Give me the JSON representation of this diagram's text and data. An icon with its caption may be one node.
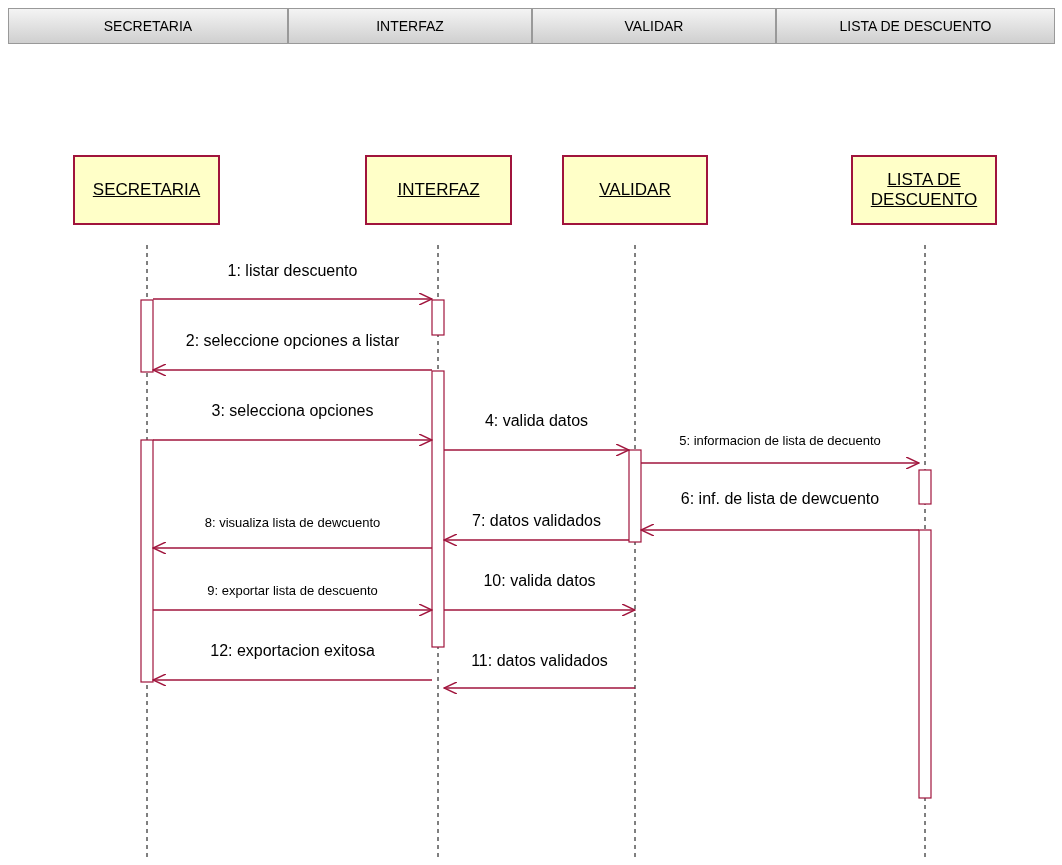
{
  "diagram": {
    "nodes": [
      {
        "text": [
          "SECRETARIA"
        ]
      },
      {
        "text": [
          "INTERFAZ"
        ]
      },
      {
        "text": [
          "VALIDAR"
        ]
      },
      {
        "text": [
          "LISTA DE DESCUENTO"
        ]
      }
    ],
    "edges": [
      {
        "from": 0,
        "to": 1,
        "arrow": "to",
        "label": "1: listar descuento"
      },
      {
        "from": 1,
        "to": 0,
        "arrow": "to",
        "label": "2: seleccione opciones a listar"
      },
      {
        "from": 0,
        "to": 1,
        "arrow": "to",
        "label": "3: selecciona opciones"
      },
      {
        "from": 1,
        "to": 2,
        "arrow": "to",
        "label": "4: valida datos"
      },
      {
        "from": 2,
        "to": 3,
        "arrow": "to",
        "label": "5: informacion de lista de decuento"
      },
      {
        "from": 3,
        "to": 2,
        "arrow": "to",
        "label": "6: inf. de lista de dewcuento"
      },
      {
        "from": 2,
        "to": 1,
        "arrow": "to",
        "label": "7: datos validados"
      },
      {
        "from": 1,
        "to": 0,
        "arrow": "to",
        "label": "8: visualiza lista de dewcuento"
      },
      {
        "from": 0,
        "to": 1,
        "arrow": "to",
        "label": "9: exportar lista de descuento"
      },
      {
        "from": 1,
        "to": 2,
        "arrow": "to",
        "label": "10: valida datos"
      },
      {
        "from": 2,
        "to": 1,
        "arrow": "to",
        "label": "11: datos validados"
      },
      {
        "from": 1,
        "to": 0,
        "arrow": "to",
        "label": "12: exportacion exitosa"
      }
    ],
    "labels": [
      "SECRETARIA",
      "INTERFAZ",
      "VALIDAR",
      "LISTA  DE DESCUENTO"
    ]
  }
}
